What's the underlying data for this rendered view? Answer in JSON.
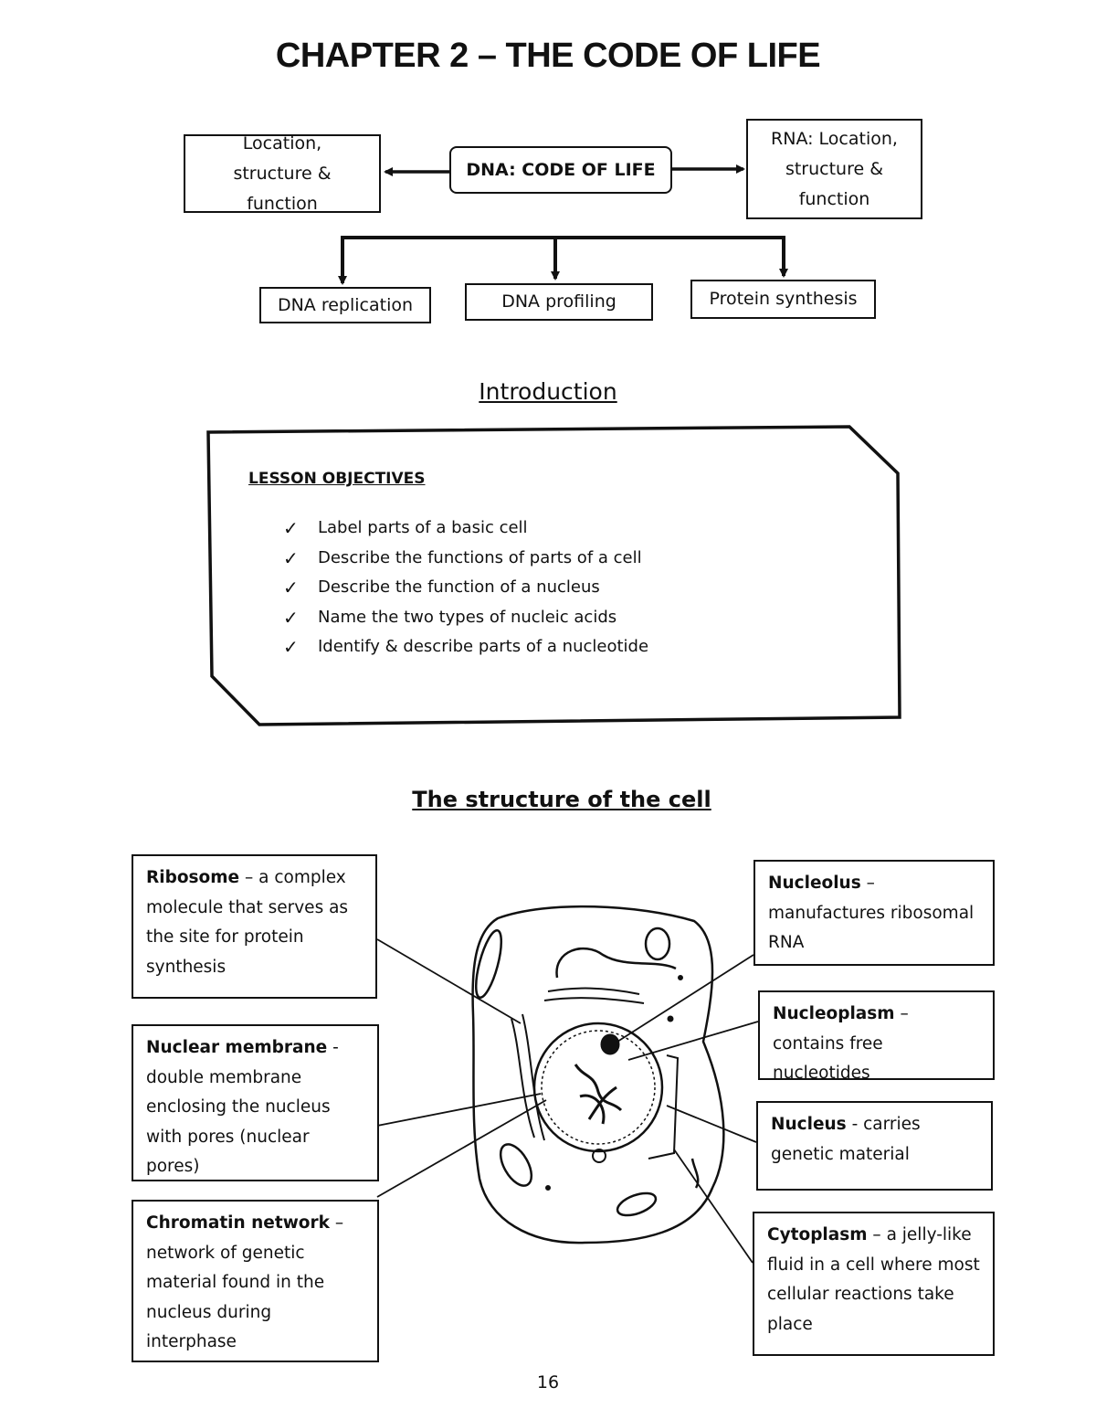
{
  "title": "CHAPTER 2 – THE CODE OF LIFE",
  "concept_map": {
    "center": "DNA: CODE OF LIFE",
    "left": "Location, structure & function",
    "right": "RNA: Location, structure & function",
    "bottom": [
      "DNA replication",
      "DNA profiling",
      "Protein synthesis"
    ]
  },
  "introduction": {
    "heading": "Introduction",
    "objectives_title": "LESSON OBJECTIVES",
    "objectives": [
      "Label parts of a basic cell",
      "Describe the functions of parts of a cell",
      "Describe the function of a nucleus",
      "Name the two types of nucleic acids",
      "Identify & describe parts of a nucleotide"
    ],
    "tick": "✓"
  },
  "cell_section": {
    "heading": "The structure of the cell",
    "labels": [
      {
        "term": "Ribosome",
        "sep": " – ",
        "desc": "a complex molecule that serves as the site for protein synthesis"
      },
      {
        "term": "Nuclear membrane",
        "sep": " - ",
        "desc": "double membrane enclosing the nucleus with pores (nuclear pores)"
      },
      {
        "term": "Chromatin network",
        "sep": " – ",
        "desc": "network of genetic material found in the nucleus during interphase"
      },
      {
        "term": "Nucleolus",
        "sep": " – ",
        "desc": "manufactures ribosomal RNA"
      },
      {
        "term": "Nucleoplasm",
        "sep": " – ",
        "desc": "contains free nucleotides"
      },
      {
        "term": "Nucleus",
        "sep": " - ",
        "desc": "carries genetic material"
      },
      {
        "term": "Cytoplasm",
        "sep": " – ",
        "desc": "a jelly-like fluid in a cell where most cellular reactions take place"
      }
    ]
  },
  "page_number": "16"
}
